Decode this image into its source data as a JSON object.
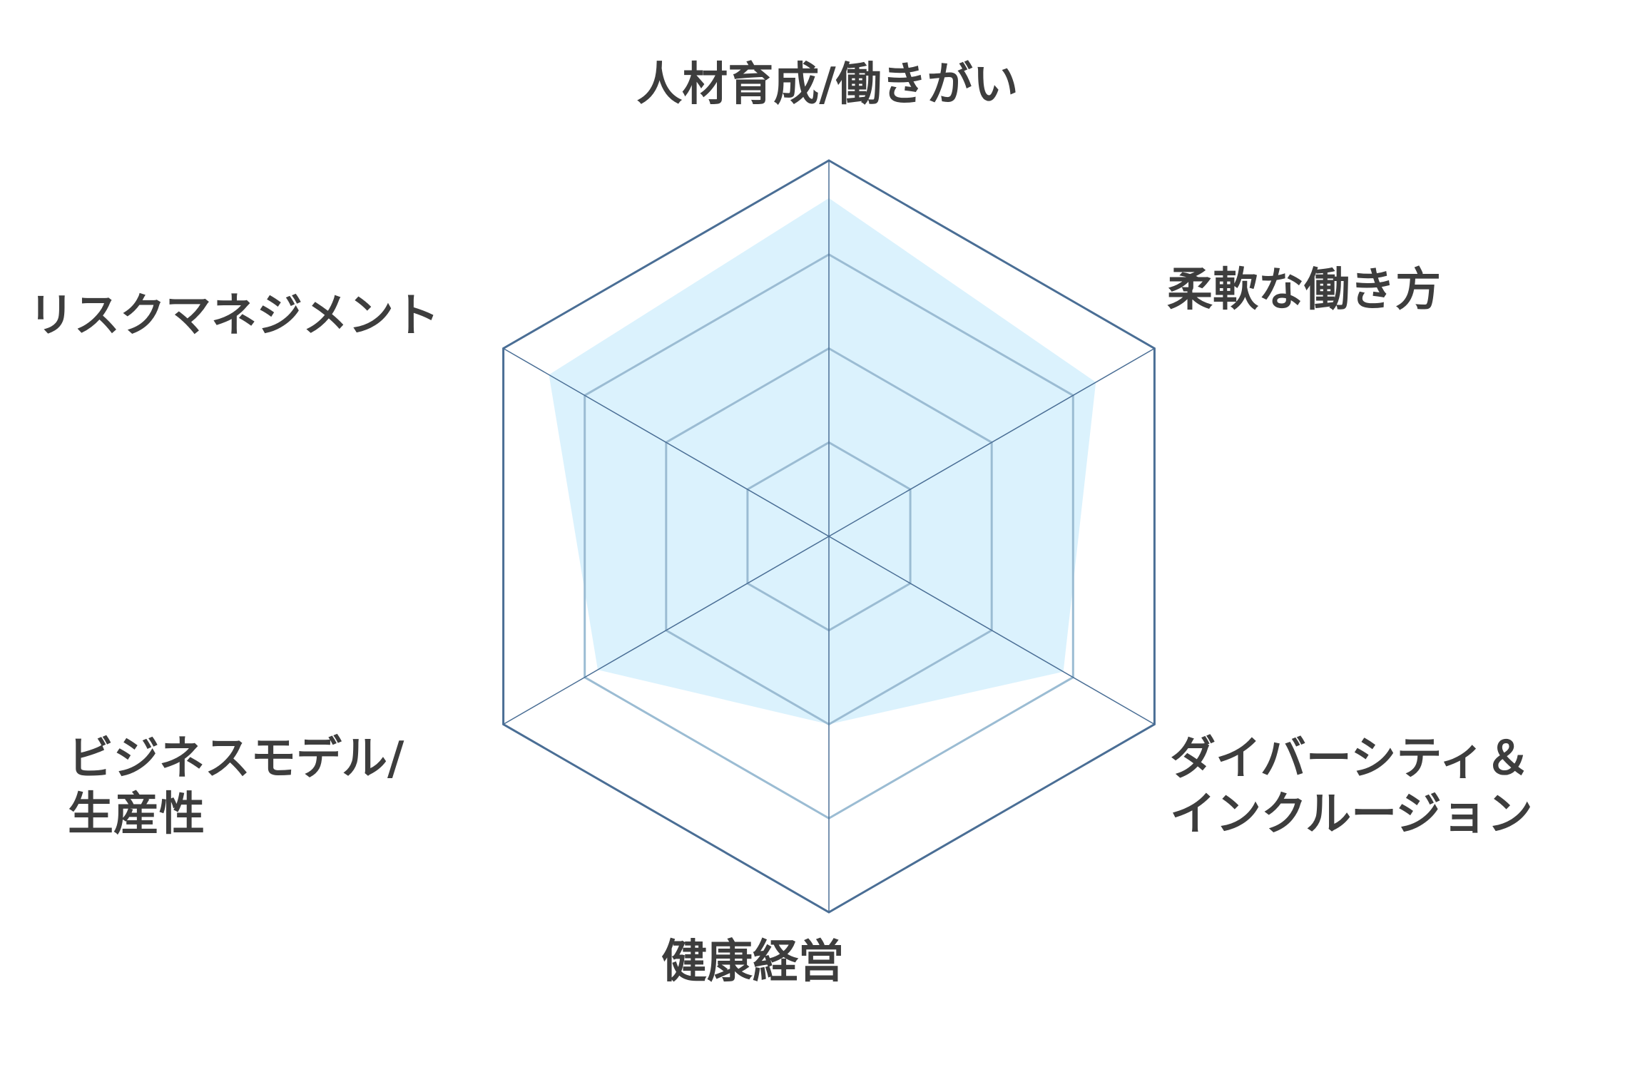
{
  "chart_data": {
    "type": "radar",
    "axes": [
      [
        "人材育成/働きがい"
      ],
      [
        "柔軟な働き方"
      ],
      [
        "ダイバーシティ＆",
        "インクルージョン"
      ],
      [
        "健康経営"
      ],
      [
        "ビジネスモデル/",
        "生産性"
      ],
      [
        "リスクマネジメント"
      ]
    ],
    "series": [
      {
        "values": [
          0.9,
          0.82,
          0.72,
          0.5,
          0.71,
          0.86
        ]
      }
    ],
    "range": [
      0,
      1
    ],
    "grid_levels": [
      0.25,
      0.5,
      0.75,
      1.0
    ],
    "colors": {
      "fill": "#dbf2fd",
      "outer_grid": "#4a6e95",
      "inner_grid": "#9bbcd3",
      "spoke": "#4a6e95",
      "label": "#3d3d3d"
    }
  }
}
